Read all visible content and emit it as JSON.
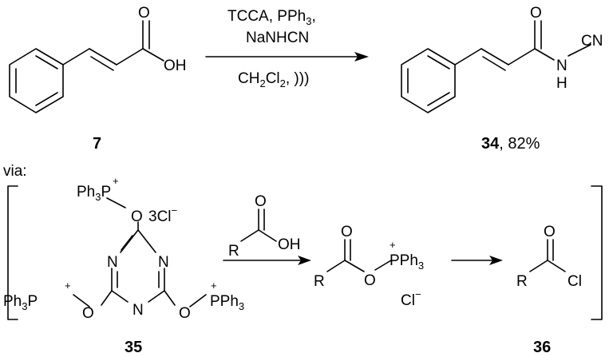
{
  "reaction": {
    "reagents_line1": "TCCA, PPh",
    "reagents_line1_sub": "3",
    "reagents_line1_end": ",",
    "reagents_line2": "NaNHCN",
    "solvent_prefix": "CH",
    "solvent_sub1": "2",
    "solvent_mid": "Cl",
    "solvent_sub2": "2",
    "solvent_suffix": ", )))",
    "starting_material": {
      "number": "7",
      "oh_label": "OH",
      "o_label": "O"
    },
    "product": {
      "number": "34",
      "yield": ", 82%",
      "o_label": "O",
      "n_label": "N",
      "h_label": "H",
      "cn_label": "CN"
    }
  },
  "mechanism": {
    "via_label": "via:",
    "reagent_35": {
      "number": "35",
      "ph3": "Ph",
      "sub3": "3",
      "p": "P",
      "o": "O",
      "n": "N",
      "plus": "+",
      "counterion": "3Cl",
      "minus": "−",
      "pph3": "PPh"
    },
    "acid": {
      "r": "R",
      "o": "O",
      "oh": "OH"
    },
    "intermediate": {
      "r": "R",
      "o": "O",
      "pph3": "PPh",
      "sub3": "3",
      "plus": "+",
      "cl": "Cl",
      "minus": "−"
    },
    "product_36": {
      "number": "36",
      "r": "R",
      "o": "O",
      "cl": "Cl"
    }
  }
}
